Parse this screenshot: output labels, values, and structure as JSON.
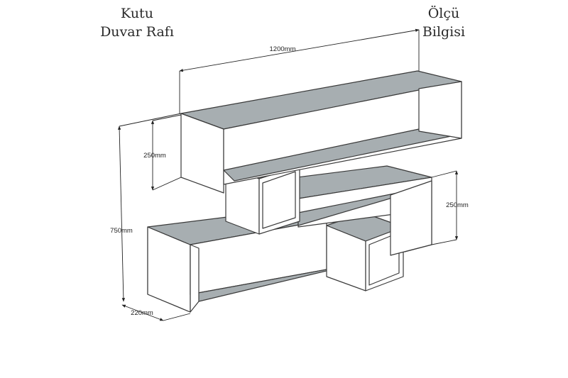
{
  "titles": {
    "left": [
      "Kutu",
      "Duvar Rafı"
    ],
    "right": [
      "Ölçü",
      "Bilgisi"
    ]
  },
  "dimensions": {
    "width": "1200mm",
    "height_total": "750mm",
    "height_upper": "250mm",
    "height_lower": "250mm",
    "depth": "220mm"
  },
  "colors": {
    "shelf_top": "#a7aeb1",
    "panel": "#ffffff",
    "line": "#3a3a3a"
  }
}
